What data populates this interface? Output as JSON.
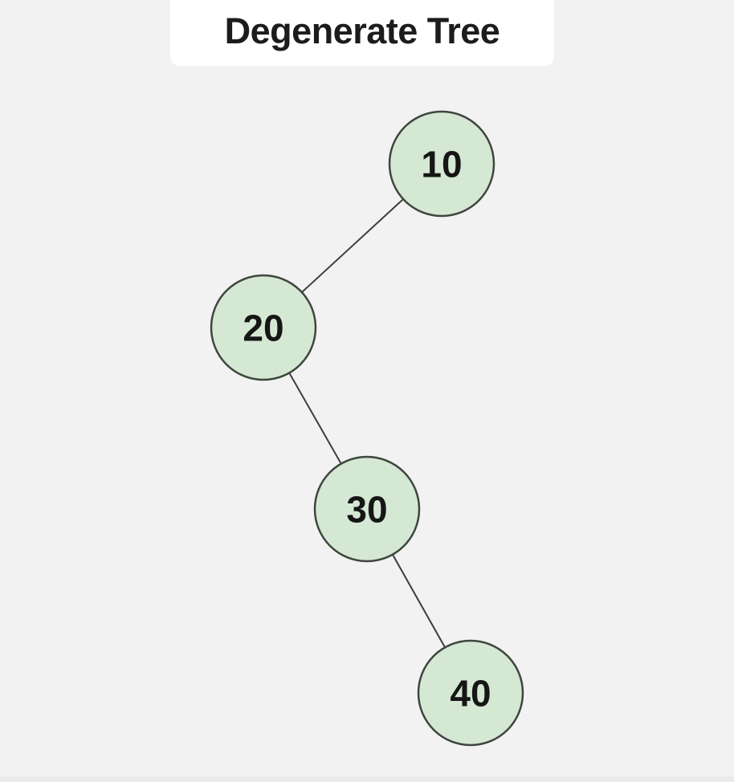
{
  "diagram": {
    "type": "binary-tree",
    "title": "Degenerate Tree",
    "nodes": [
      {
        "id": "10",
        "label": "10"
      },
      {
        "id": "20",
        "label": "20"
      },
      {
        "id": "30",
        "label": "30"
      },
      {
        "id": "40",
        "label": "40"
      }
    ],
    "edges": [
      {
        "from": "10",
        "to": "20",
        "direction": "left-child"
      },
      {
        "from": "20",
        "to": "30",
        "direction": "right-child"
      },
      {
        "from": "30",
        "to": "40",
        "direction": "right-child"
      }
    ],
    "colors": {
      "background": "#f2f2f3",
      "title_card": "#ffffff",
      "title_text": "#1c1c1e",
      "node_fill": "#d5e8d4",
      "node_border": "#3e463e",
      "node_text": "#161616",
      "edge_line": "#3d3d3d",
      "bottom_shade": "#ebebec"
    }
  }
}
